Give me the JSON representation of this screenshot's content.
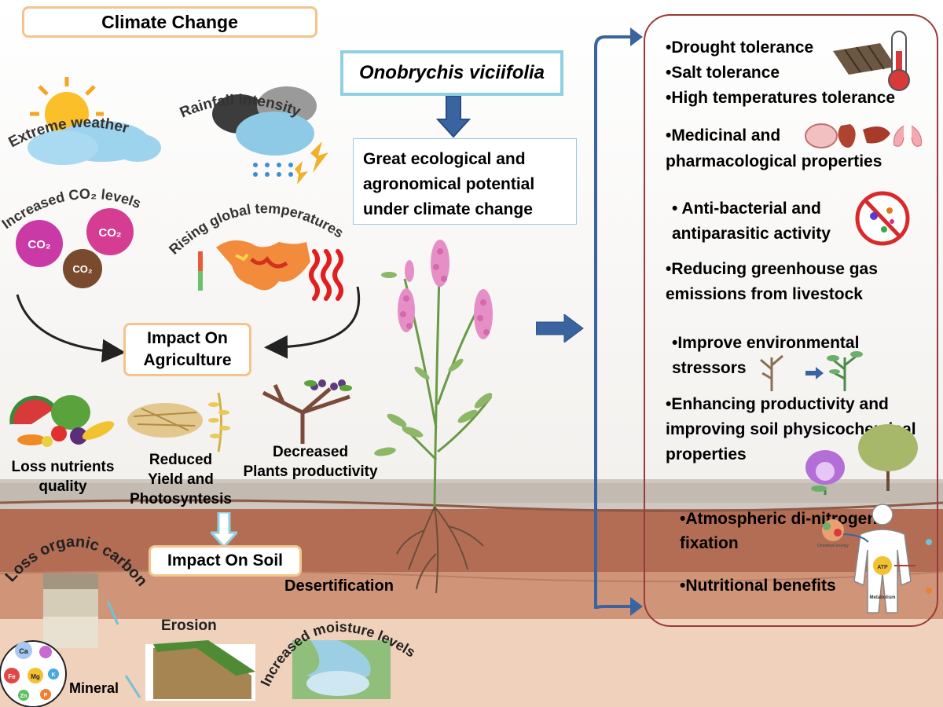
{
  "title": "Climate Change",
  "species": "Onobrychis viciifolia",
  "potential": [
    "Great ecological and",
    "agronomical potential",
    "under climate change"
  ],
  "drivers": {
    "extreme_weather": "Extreme weather",
    "rainfall": "Rainfall intensity",
    "co2": "Increased CO₂ levels",
    "temperatures": "Rising global temperatures",
    "co2_bubble": "CO₂"
  },
  "impact_agriculture": [
    "Impact On",
    "Agriculture"
  ],
  "impact_soil": "Impact On Soil",
  "agri_effects": {
    "loss": [
      "Loss nutrients",
      "quality"
    ],
    "reduced": [
      "Reduced",
      "Yield and",
      "Photosyntesis"
    ],
    "decreased": [
      "Decreased",
      "Plants productivity"
    ]
  },
  "soil_effects": {
    "organic_carbon": "Loss organic carbon",
    "desertification": "Desertification",
    "erosion": "Erosion",
    "moisture": "Increased moisture levels",
    "mineral": "Mineral"
  },
  "mineral_symbols": [
    "Ca",
    "Fe",
    "Mg",
    "K",
    "Zn",
    "P"
  ],
  "benefits": {
    "b1": "•Drought tolerance",
    "b2": "•Salt tolerance",
    "b3": "•High temperatures tolerance",
    "b4a": "•Medicinal and",
    "b4b": "pharmacological properties",
    "b5a": "•  Anti-bacterial and",
    "b5b": "antiparasitic activity",
    "b6a": "•Reducing greenhouse gas",
    "b6b": "emissions from livestock",
    "b7a": "•Improve environmental",
    "b7b": "stressors",
    "b8a": "•Enhancing productivity and",
    "b8b": "improving soil physicochemical",
    "b8c": "properties",
    "b9a": "•Atmospheric di-nitrogen",
    "b9b": "fixation",
    "b10": "•Nutritional benefits"
  },
  "body_labels": {
    "atp": "ATP",
    "metabolism": "Metabolism",
    "energy": "Chemical energy"
  },
  "colors": {
    "orange_border": "#f4c48d",
    "blue_border": "#8fd0e3",
    "arrow_blue": "#3a64a0",
    "panel_border": "#9a3a3a",
    "soil_dark": "#b06a52",
    "soil_light": "#e8c3aa"
  }
}
